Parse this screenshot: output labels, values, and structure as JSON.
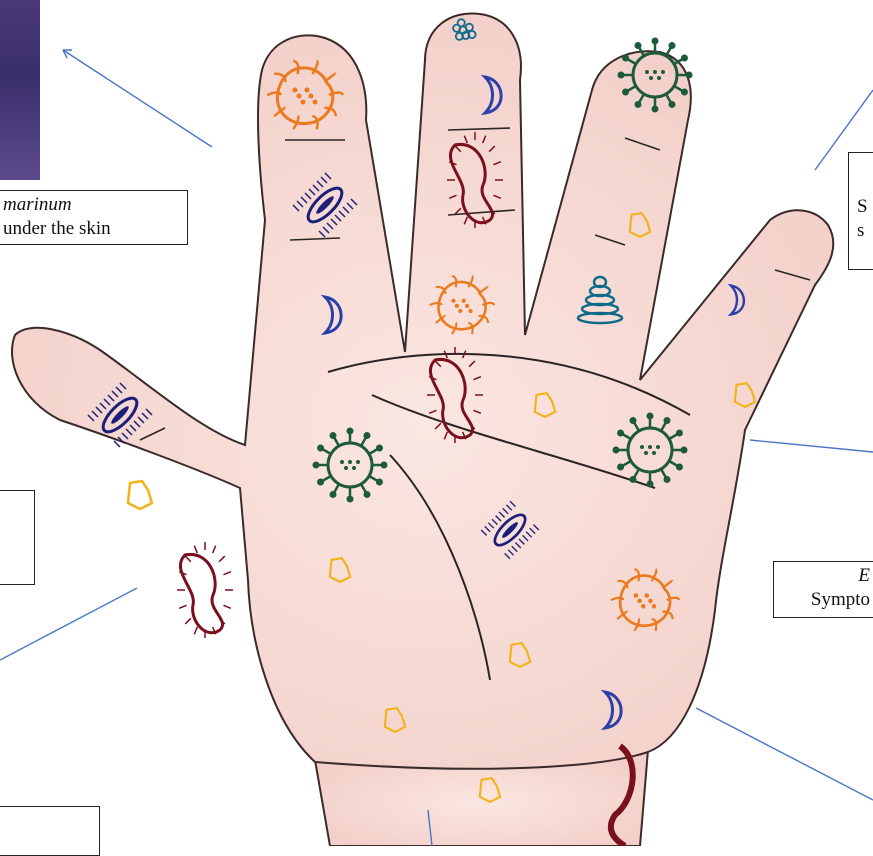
{
  "boxes": {
    "top_left": {
      "line1": "marinum",
      "line2": "under the skin"
    },
    "top_right": {
      "line1": "S",
      "line2": "s"
    },
    "mid_left": {
      "line1": "",
      "line2": ""
    },
    "right": {
      "line1": "E",
      "line2": "Sympto"
    },
    "bottom_left": {
      "line1": ""
    }
  },
  "colors": {
    "skin": "#f6d8d2",
    "outline": "#3a2a2a",
    "arrow": "#4a74c4",
    "orange": "#ec7a1e",
    "yellow": "#f2b21a",
    "navy": "#1b1f7a",
    "teal": "#0e6b8a",
    "green": "#1c5a3a",
    "maroon": "#7a0f1e",
    "blue": "#2a3fa8"
  },
  "microbe_icons": [
    "orange-amoeba-icon",
    "orange-amoeba-icon",
    "orange-amoeba-icon",
    "teal-cluster-icon",
    "teal-cluster-icon",
    "navy-bacillus-icon",
    "navy-bacillus-icon",
    "navy-bacillus-icon",
    "blue-crescent-icon",
    "blue-crescent-icon",
    "blue-crescent-icon",
    "blue-crescent-icon",
    "maroon-rod-icon",
    "maroon-rod-icon",
    "maroon-rod-icon",
    "green-virus-icon",
    "green-virus-icon",
    "green-virus-icon",
    "yellow-blob-icon",
    "teal-cone-icon"
  ]
}
